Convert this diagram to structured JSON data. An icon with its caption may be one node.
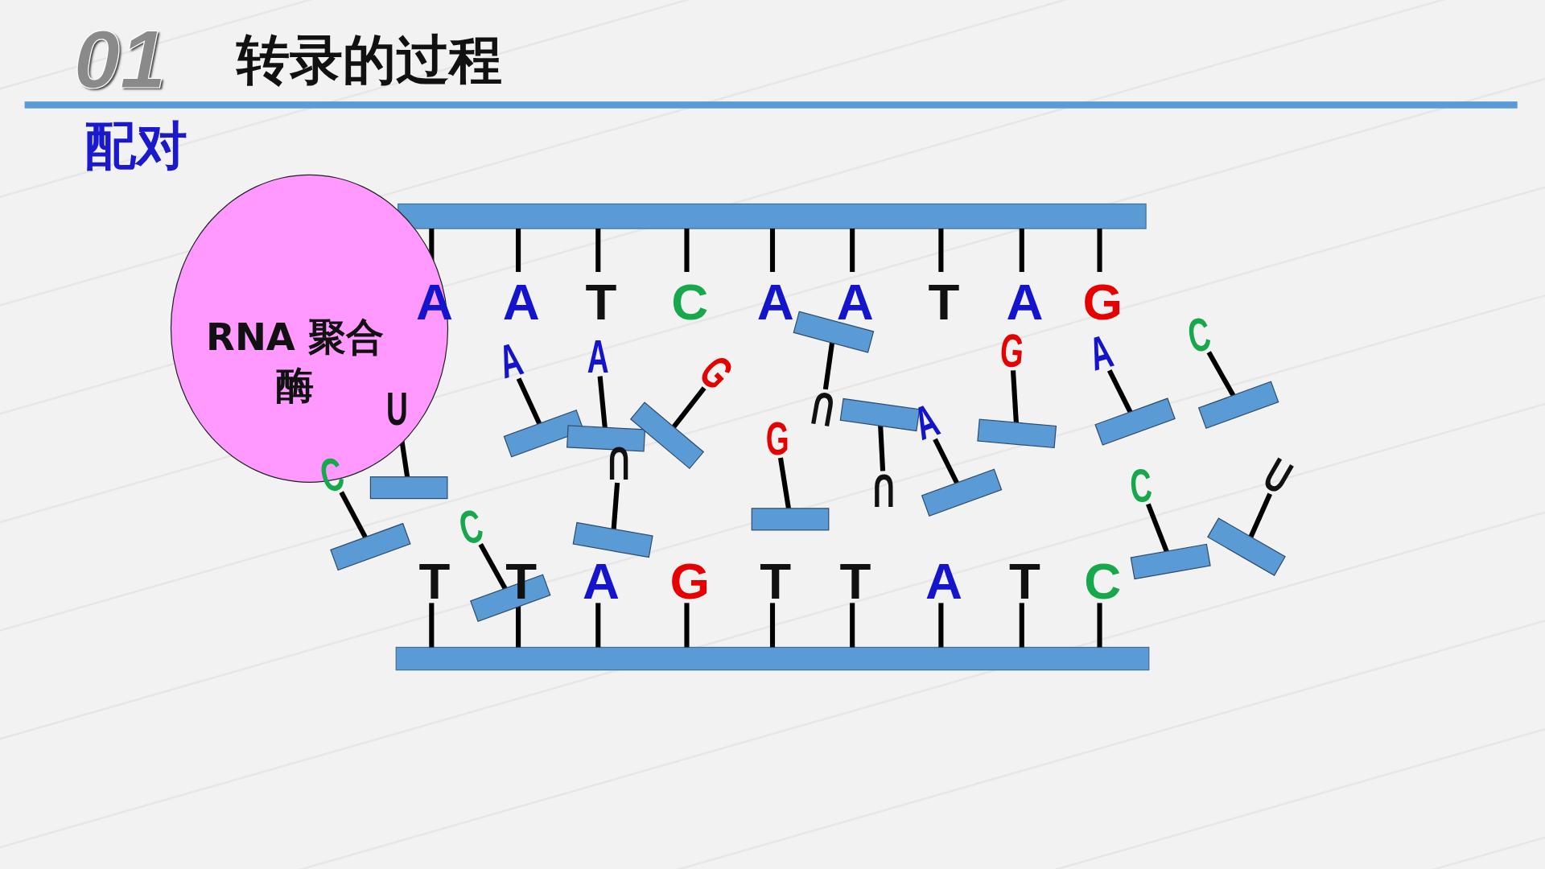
{
  "diagram": {
    "title": "转录的过程",
    "nodes": [
      {
        "text": [
          "RNA 聚合酶"
        ]
      }
    ],
    "edges": [],
    "labels": [
      "01",
      "配对",
      "A",
      "A",
      "T",
      "C",
      "A",
      "A",
      "T",
      "A",
      "G",
      "U",
      "C",
      "A",
      "A",
      "U",
      "G",
      "U",
      "G",
      "A",
      "U",
      "G",
      "A",
      "C",
      "C",
      "C",
      "U",
      "T",
      "T",
      "A",
      "G",
      "T",
      "T",
      "A",
      "T",
      "C"
    ]
  }
}
